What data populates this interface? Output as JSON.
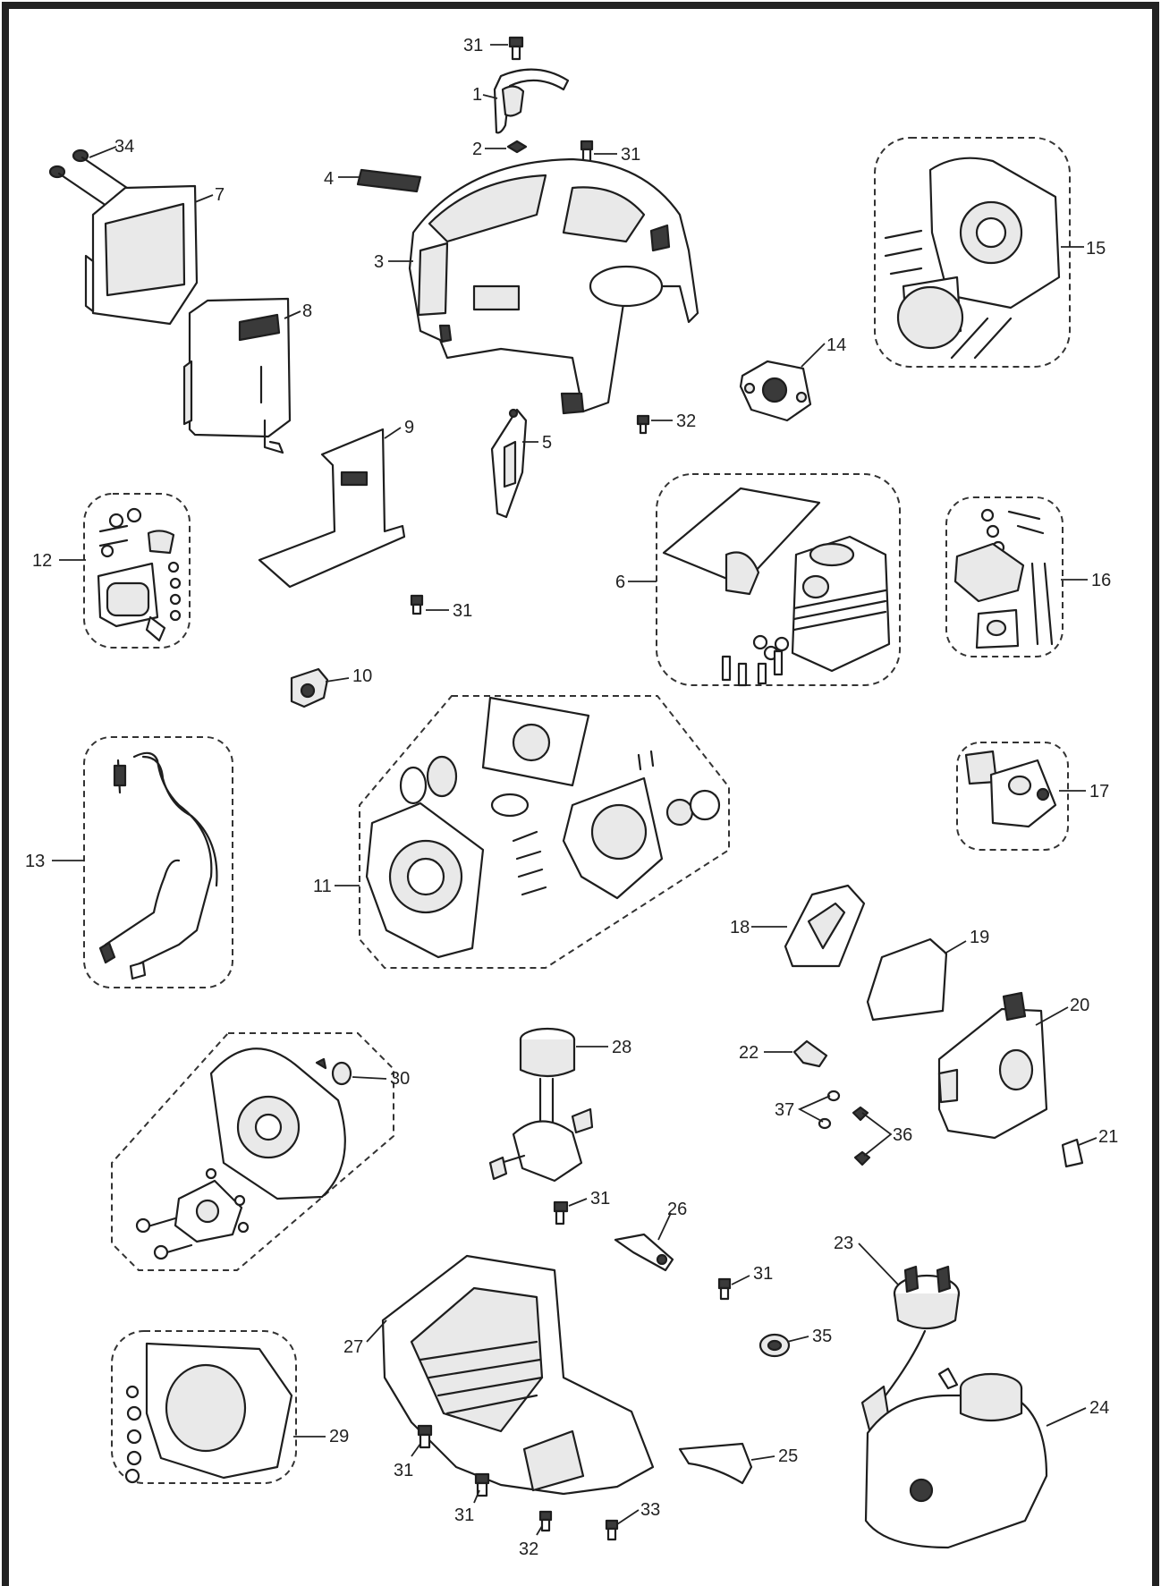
{
  "callouts": [
    {
      "id": "1",
      "label": "1"
    },
    {
      "id": "2",
      "label": "2"
    },
    {
      "id": "3",
      "label": "3"
    },
    {
      "id": "4",
      "label": "4"
    },
    {
      "id": "5",
      "label": "5"
    },
    {
      "id": "6",
      "label": "6"
    },
    {
      "id": "7",
      "label": "7"
    },
    {
      "id": "8",
      "label": "8"
    },
    {
      "id": "9",
      "label": "9"
    },
    {
      "id": "10",
      "label": "10"
    },
    {
      "id": "11",
      "label": "11"
    },
    {
      "id": "12",
      "label": "12"
    },
    {
      "id": "13",
      "label": "13"
    },
    {
      "id": "14",
      "label": "14"
    },
    {
      "id": "15",
      "label": "15"
    },
    {
      "id": "16",
      "label": "16"
    },
    {
      "id": "17",
      "label": "17"
    },
    {
      "id": "18",
      "label": "18"
    },
    {
      "id": "19",
      "label": "19"
    },
    {
      "id": "20",
      "label": "20"
    },
    {
      "id": "21",
      "label": "21"
    },
    {
      "id": "22",
      "label": "22"
    },
    {
      "id": "23",
      "label": "23"
    },
    {
      "id": "24",
      "label": "24"
    },
    {
      "id": "25",
      "label": "25"
    },
    {
      "id": "26",
      "label": "26"
    },
    {
      "id": "27",
      "label": "27"
    },
    {
      "id": "28",
      "label": "28"
    },
    {
      "id": "29",
      "label": "29"
    },
    {
      "id": "30",
      "label": "30"
    },
    {
      "id": "31a",
      "label": "31"
    },
    {
      "id": "31b",
      "label": "31"
    },
    {
      "id": "31c",
      "label": "31"
    },
    {
      "id": "31d",
      "label": "31"
    },
    {
      "id": "31e",
      "label": "31"
    },
    {
      "id": "31f",
      "label": "31"
    },
    {
      "id": "31g",
      "label": "31"
    },
    {
      "id": "32a",
      "label": "32"
    },
    {
      "id": "32b",
      "label": "32"
    },
    {
      "id": "33",
      "label": "33"
    },
    {
      "id": "34",
      "label": "34"
    },
    {
      "id": "35",
      "label": "35"
    },
    {
      "id": "36",
      "label": "36"
    },
    {
      "id": "37",
      "label": "37"
    }
  ]
}
